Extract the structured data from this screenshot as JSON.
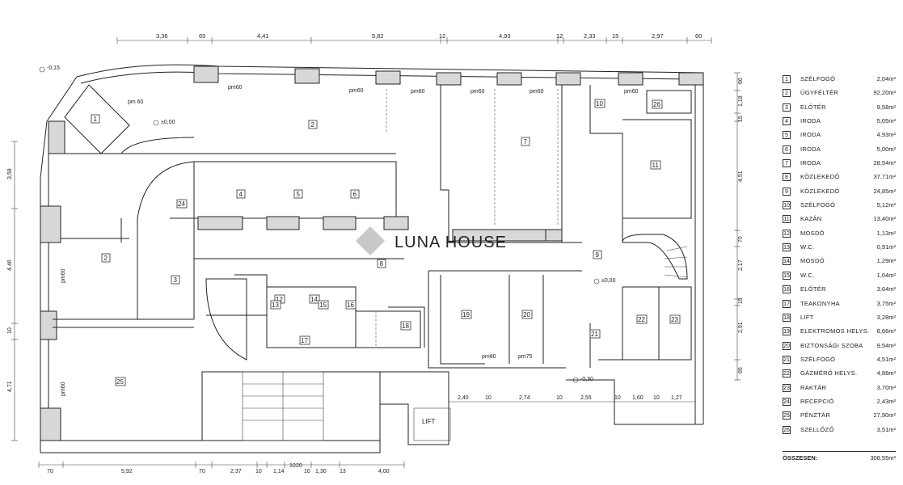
{
  "plan": {
    "rooms": [
      {
        "no": "1"
      },
      {
        "no": "2"
      },
      {
        "no": "2"
      },
      {
        "no": "3"
      },
      {
        "no": "4"
      },
      {
        "no": "5"
      },
      {
        "no": "6"
      },
      {
        "no": "7"
      },
      {
        "no": "8"
      },
      {
        "no": "9"
      },
      {
        "no": "10"
      },
      {
        "no": "11"
      },
      {
        "no": "12"
      },
      {
        "no": "13"
      },
      {
        "no": "14"
      },
      {
        "no": "15"
      },
      {
        "no": "16"
      },
      {
        "no": "17"
      },
      {
        "no": "18"
      },
      {
        "no": "19"
      },
      {
        "no": "20"
      },
      {
        "no": "21"
      },
      {
        "no": "22"
      },
      {
        "no": "23"
      },
      {
        "no": "24"
      },
      {
        "no": "25"
      },
      {
        "no": "26"
      }
    ],
    "top_dims": [
      "3,36",
      "65",
      "4,41",
      "5,82",
      "12",
      "4,93",
      "12",
      "2,33",
      "15",
      "2,97",
      "60"
    ],
    "bottom_dims": [
      "70",
      "5,92",
      "70",
      "2,37",
      "10",
      "1,14",
      "10",
      "20",
      "10",
      "1,30",
      "13",
      "4,00"
    ],
    "bottom_mid_dims": [
      "2,40",
      "10",
      "2,74",
      "10",
      "2,55",
      "10",
      "1,60",
      "10",
      "1,27"
    ],
    "left_dims": [
      "3,58",
      "4,46",
      "10",
      "4,71"
    ],
    "right_dims": [
      "66",
      "1,18",
      "15",
      "4,51",
      "70",
      "2,17",
      "15",
      "2,91",
      "65"
    ],
    "openings": [
      "pm60",
      "pm60",
      "pm60",
      "pm60",
      "pm60",
      "pm60",
      "pm 60",
      "pm60",
      "pm60",
      "pm80",
      "pm75"
    ],
    "levels": [
      "-0,15",
      "±0,00",
      "±0,00",
      "-0,30"
    ],
    "lift_label": "LIFT",
    "watermark": "LUNA HOUSE"
  },
  "legend": {
    "rows": [
      {
        "no": "1",
        "name": "SZÉLFOGÓ",
        "area": "2,04m²"
      },
      {
        "no": "2",
        "name": "ÜGYFÉLTÉR",
        "area": "92,20m²"
      },
      {
        "no": "3",
        "name": "ELŐTÉR",
        "area": "9,58m²"
      },
      {
        "no": "4",
        "name": "IRODA",
        "area": "5,05m²"
      },
      {
        "no": "5",
        "name": "IRODA",
        "area": "4,93m²"
      },
      {
        "no": "6",
        "name": "IRODA",
        "area": "5,00m²"
      },
      {
        "no": "7",
        "name": "IRODA",
        "area": "28,54m²"
      },
      {
        "no": "8",
        "name": "KÖZLEKEDŐ",
        "area": "37,71m²"
      },
      {
        "no": "9",
        "name": "KÖZLEKEDŐ",
        "area": "24,85m²"
      },
      {
        "no": "10",
        "name": "SZÉLFOGÓ",
        "area": "5,12m²"
      },
      {
        "no": "11",
        "name": "KAZÁN",
        "area": "13,40m²"
      },
      {
        "no": "12",
        "name": "MOSDÓ",
        "area": "1,13m²"
      },
      {
        "no": "13",
        "name": "W.C.",
        "area": "0,91m²"
      },
      {
        "no": "14",
        "name": "MOSDÓ",
        "area": "1,29m²"
      },
      {
        "no": "15",
        "name": "W.C.",
        "area": "1,04m²"
      },
      {
        "no": "16",
        "name": "ELŐTÉR",
        "area": "3,64m²"
      },
      {
        "no": "17",
        "name": "TEAKONYHA",
        "area": "3,75m²"
      },
      {
        "no": "18",
        "name": "LIFT",
        "area": "3,28m²"
      },
      {
        "no": "19",
        "name": "ELEKTROMOS HELYS.",
        "area": "8,66m²"
      },
      {
        "no": "20",
        "name": "BIZTONSÁGI SZOBA",
        "area": "9,54m²"
      },
      {
        "no": "21",
        "name": "SZÉLFOGÓ",
        "area": "4,51m²"
      },
      {
        "no": "22",
        "name": "GÁZMÉRŐ HELYS.",
        "area": "4,88m²"
      },
      {
        "no": "23",
        "name": "RAKTÁR",
        "area": "3,70m²"
      },
      {
        "no": "24",
        "name": "RECEPCIÓ",
        "area": "2,43m²"
      },
      {
        "no": "25",
        "name": "PÉNZTÁR",
        "area": "27,90m²"
      },
      {
        "no": "26",
        "name": "SZELLŐZŐ",
        "area": "3,51m²"
      }
    ],
    "total_label": "ÖSSZESEN:",
    "total_value": "308,55m²"
  }
}
